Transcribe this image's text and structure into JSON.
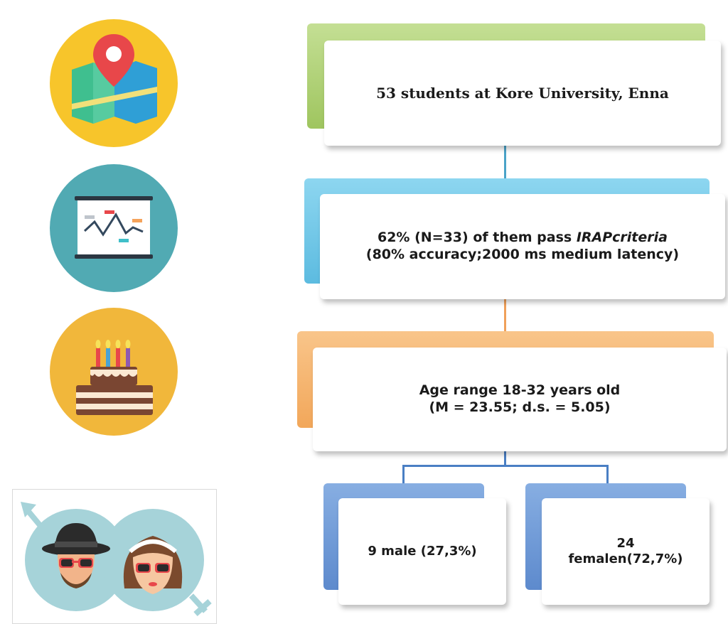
{
  "boxes": {
    "students": {
      "text": "53 students at Kore University, Enna",
      "color": "#a9cc6d"
    },
    "pass": {
      "line1_prefix": "62% (N=33) of them pass ",
      "line1_italic": "IRAPcriteria",
      "line2": "(80% accuracy;2000 ms medium latency)",
      "color": "#6cc7e8"
    },
    "age": {
      "line1": "Age range 18-32 years old",
      "line2": "(M = 23.55; d.s. = 5.05)",
      "color": "#f5b26b"
    },
    "male": {
      "text": "9 male (27,3%)",
      "color": "#6a94d4"
    },
    "female": {
      "line1": "24",
      "line2": "femalen(72,7%)",
      "color": "#6a94d4"
    }
  },
  "icons": [
    "map-pin-icon",
    "chart-board-icon",
    "birthday-cake-icon",
    "gender-couple-icon"
  ],
  "colors": {
    "connector_top": "#4aa3c8",
    "connector_mid": "#f0a05a",
    "connector_bottom": "#4a7fc4"
  }
}
